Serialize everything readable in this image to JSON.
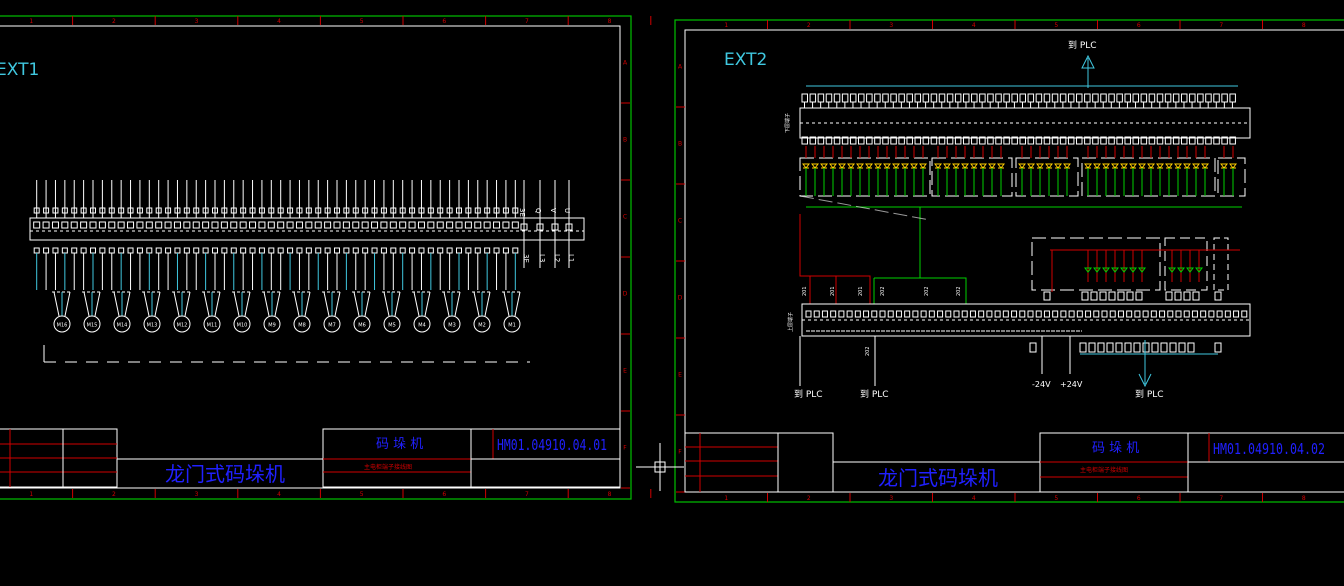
{
  "colors": {
    "background": "#000000",
    "frame_outer": "#00c000",
    "frame_inner": "#ffffff",
    "title_text": "#2020ff",
    "title_red": "#d00000",
    "label_cyan": "#40c8e0",
    "wire_red": "#e00000",
    "wire_green": "#00d000",
    "wire_white": "#ffffff"
  },
  "sheet1": {
    "label": "EXT1",
    "title_cn": "龙门式码垛机",
    "machine_cn": "码 垛 机",
    "drawing_no": "HM01.04910.04.01",
    "subtitle_cn": "主电柜端子接线图",
    "terminals_top": [
      "3E",
      "Q",
      "V",
      "U"
    ],
    "terminals_bottom": [
      "3E",
      "L3",
      "L2",
      "L1"
    ],
    "motors": [
      "M16",
      "M15",
      "M14",
      "M13",
      "M12",
      "M11",
      "M10",
      "M9",
      "M8",
      "M7",
      "M6",
      "M5",
      "M4",
      "M3",
      "M2",
      "M1"
    ],
    "col_numbers": [
      "1",
      "2",
      "3",
      "4",
      "5",
      "6",
      "7",
      "8"
    ],
    "row_letters": [
      "A",
      "B",
      "C",
      "D",
      "E",
      "F"
    ]
  },
  "sheet2": {
    "label": "EXT2",
    "title_cn": "龙门式码垛机",
    "machine_cn": "码 垛 机",
    "drawing_no": "HM01.04910.04.02",
    "subtitle_cn": "主电柜端子接线图",
    "plc_top": "到 PLC",
    "plc_bottom_1": "到 PLC",
    "plc_bottom_2": "到 PLC",
    "plc_bottom_3": "到 PLC",
    "volt_neg": "-24V",
    "volt_pos": "+24V",
    "row_label_top": "下层端子",
    "row_label_bottom": "上层端子",
    "wire_nums": [
      "201",
      "201",
      "201",
      "202",
      "202",
      "202",
      "202"
    ],
    "col_numbers": [
      "1",
      "2",
      "3",
      "4",
      "5",
      "6",
      "7",
      "8"
    ],
    "row_letters": [
      "A",
      "B",
      "C",
      "D",
      "E",
      "F"
    ]
  }
}
